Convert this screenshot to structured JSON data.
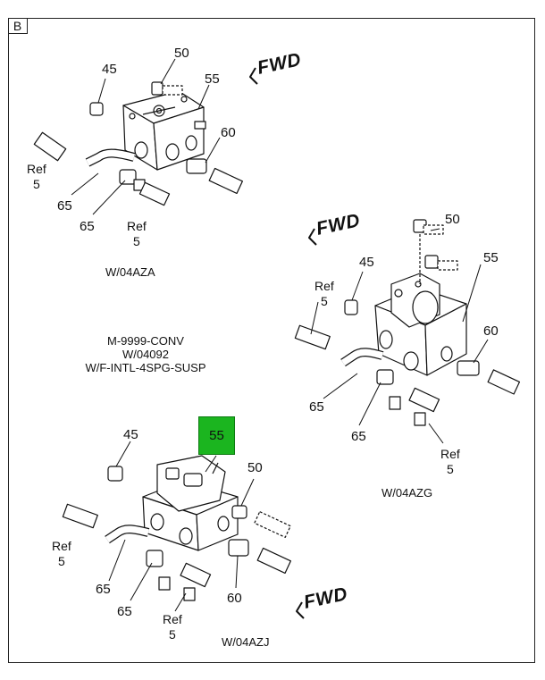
{
  "diagram": {
    "section_tag": "B",
    "fwd_label": "FWD",
    "notes": [
      "M-9999-CONV",
      "W/04092",
      "W/F-INTL-4SPG-SUSP"
    ],
    "views": [
      {
        "caption": "W/04AZA",
        "callouts": {
          "c45": "45",
          "c50": "50",
          "c55": "55",
          "c60": "60",
          "c65a": "65",
          "c65b": "65"
        },
        "refs": {
          "ref_a": [
            "Ref",
            "5"
          ],
          "ref_b": [
            "Ref",
            "5"
          ]
        }
      },
      {
        "caption": "W/04AZG",
        "callouts": {
          "c45": "45",
          "c50": "50",
          "c55": "55",
          "c60": "60",
          "c65a": "65",
          "c65b": "65"
        },
        "refs": {
          "ref_a": [
            "Ref",
            "5"
          ],
          "ref_b": [
            "Ref",
            "5"
          ]
        }
      },
      {
        "caption": "W/04AZJ",
        "callouts": {
          "c45": "45",
          "c50": "50",
          "c55": "55",
          "c60": "60",
          "c65a": "65",
          "c65b": "65"
        },
        "refs": {
          "ref_a": [
            "Ref",
            "5"
          ],
          "ref_b": [
            "Ref",
            "5"
          ]
        }
      }
    ],
    "highlight": {
      "label": "55",
      "color": "#1bb51f"
    }
  }
}
